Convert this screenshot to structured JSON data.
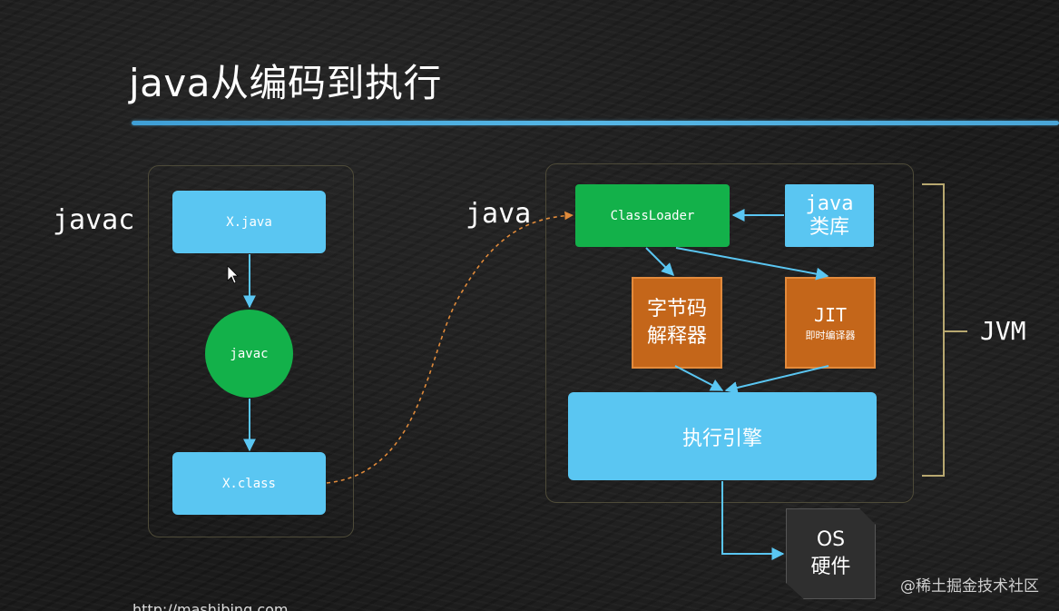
{
  "title": "java从编码到执行",
  "left_panel": {
    "label": "javac",
    "source_box": "X.java",
    "compiler_node": "javac",
    "output_box": "X.class"
  },
  "right_panel": {
    "label": "java",
    "classloader": "ClassLoader",
    "java_lib": {
      "line1": "java",
      "line2": "类库"
    },
    "interpreter": {
      "line1": "字节码",
      "line2": "解释器"
    },
    "jit": {
      "line1": "JIT",
      "line2": "即时编译器"
    },
    "engine": "执行引擎",
    "jvm_label": "JVM"
  },
  "os_box": {
    "line1": "OS",
    "line2": "硬件"
  },
  "watermark": "@稀土掘金技术社区",
  "url": "http://mashibing.com",
  "colors": {
    "blue_box": "#5ac6f2",
    "green_box": "#13b14a",
    "orange_box": "#c4661a",
    "title_rule": "#56b7e6",
    "arrow_dashed": "#e08a3a",
    "bracket": "#b8a870"
  }
}
